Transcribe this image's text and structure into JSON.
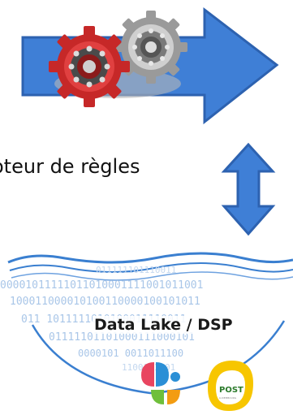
{
  "labels": {
    "rule_engine": "oteur de règles",
    "data_lake": "Data Lake / DSP"
  },
  "binary_rows": [
    "011111101110011",
    "00001011111011010001111001011001",
    "100011000010100110000100101011",
    "011 1011111010100011110011",
    "01111101101000111000101",
    "0000101 0011011100",
    "1100111001"
  ],
  "post_logo": {
    "text": "POST",
    "subtext": "LUXEMBOURG"
  },
  "colors": {
    "arrow_blue": "#3f7fd6",
    "arrow_outline": "#2d62b0",
    "lake_blue": "#3a7fd0",
    "binary": "#a9c6e8",
    "gear_red": "#c62828",
    "gear_grey": "#9a9a9a",
    "logo_yellow": "#f7c600",
    "logo_green": "#6fbf3b"
  },
  "icons": [
    "gears-icon",
    "double-arrow-icon",
    "cloud-logo-icon",
    "post-logo-icon"
  ]
}
